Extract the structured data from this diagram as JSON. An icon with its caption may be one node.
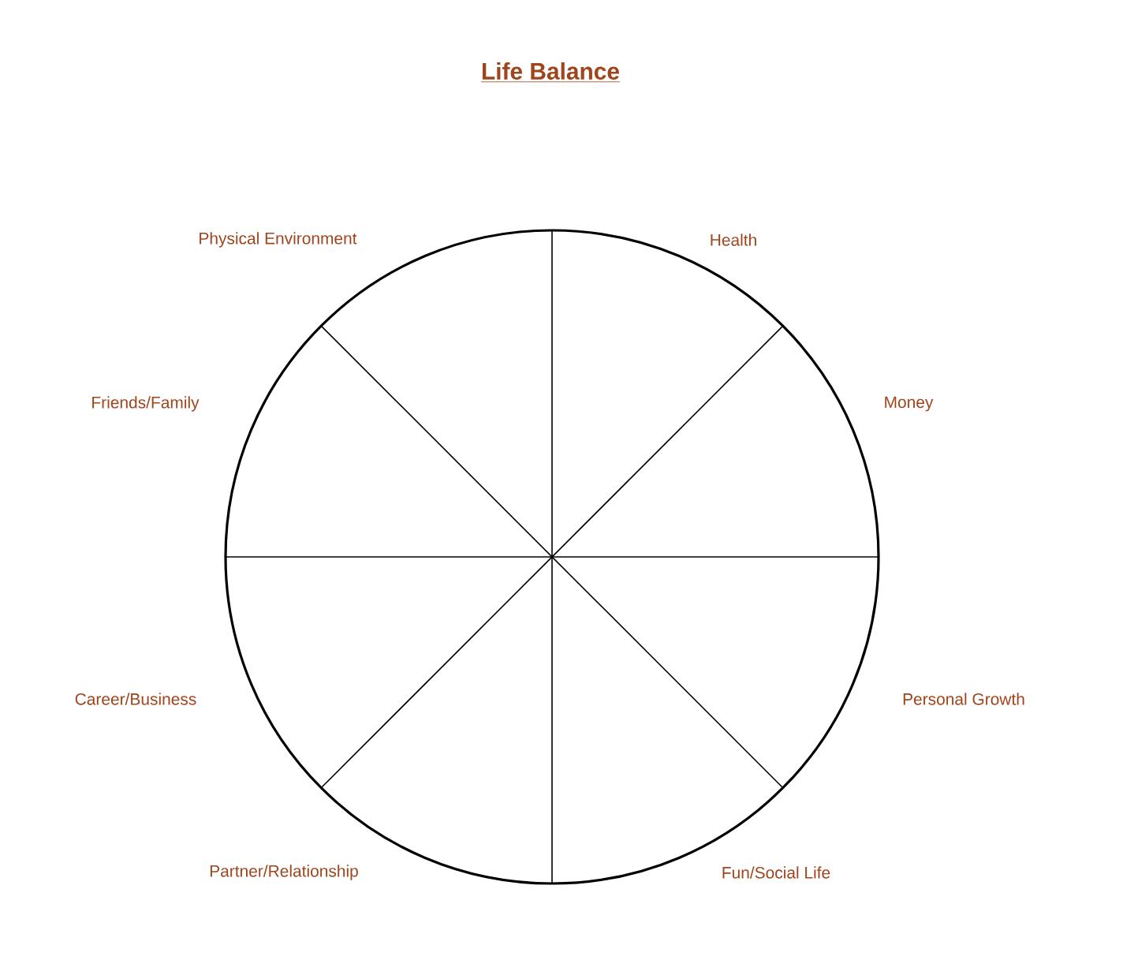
{
  "diagram": {
    "title": "Life Balance",
    "labels": [
      "Physical Environment",
      "Health",
      "Friends/Family",
      "Money",
      "Career/Business",
      "Personal Growth",
      "Partner/Relationship",
      "Fun/Social Life"
    ]
  }
}
